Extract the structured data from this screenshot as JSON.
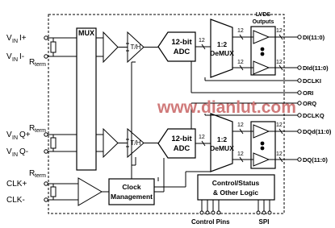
{
  "inputs": {
    "vin_plus": "V",
    "vin_plus_sub": "IN",
    "vin_plus_sign": "I+",
    "vin_minus_sub": "IN",
    "vin_minus_sign": "I-",
    "vq_plus_sub": "IN",
    "vq_plus_sign": "Q+",
    "vq_minus_sub": "IN",
    "vq_minus_sign": "Q-",
    "rterm": "R",
    "rterm_sub": "term",
    "clk_plus": "CLK+",
    "clk_minus": "CLK-"
  },
  "blocks": {
    "mux": "MUX",
    "th": "T/H",
    "adc_line1": "12-bit",
    "adc_line2": "ADC",
    "demux_line1": "1:2",
    "demux_line2": "DeMUX",
    "clock_line1": "Clock",
    "clock_line2": "Management",
    "control_line1": "Control/Status",
    "control_line2": "& Other Logic"
  },
  "bus_width": "12",
  "lvds": {
    "line1": "LVDS",
    "line2": "Outputs"
  },
  "outputs": [
    "DI(11:0)",
    "DId(11:0)",
    "DCLKI",
    "ORI",
    "ORQ",
    "DCLKQ",
    "DQd(11:0)",
    "DQ(11:0)"
  ],
  "bottom_labels": {
    "control_pins": "Control Pins",
    "spi": "SPI"
  },
  "watermark": "www.dianlut.com"
}
